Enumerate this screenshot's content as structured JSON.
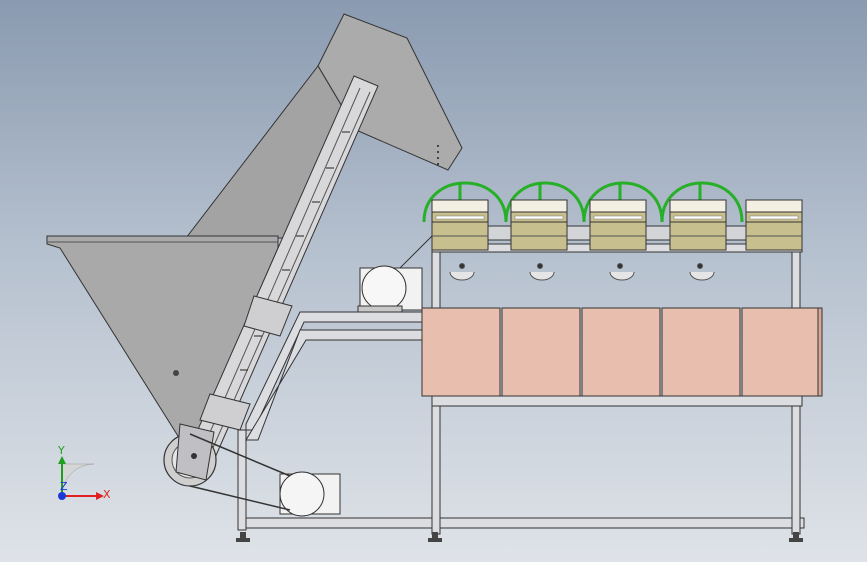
{
  "triad": {
    "y_label": "Y",
    "x_label": "X",
    "z_label": "Z",
    "y_color": "#1ea01e",
    "x_color": "#e02020",
    "z_color": "#1a3ad6"
  },
  "colors": {
    "sheet_metal": "#a8a8a8",
    "sheet_metal_dark": "#8e8e8e",
    "frame": "#dcdde0",
    "box_panel": "#e8bfae",
    "unit_body": "#c8bf8e",
    "unit_top": "#f3efe2",
    "hose": "#27b027",
    "motor": "#f2f2f2"
  },
  "scene": {
    "component_count_units": 5,
    "component_count_panels": 5
  }
}
